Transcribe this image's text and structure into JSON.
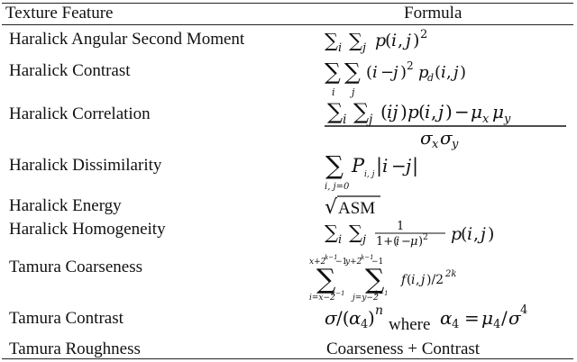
{
  "header": {
    "feature": "Texture Feature",
    "formula": "Formula"
  },
  "rows": [
    {
      "feature": "Haralick Angular Second Moment",
      "formula": "∑ᵢ ∑ⱼ p(i, j)²"
    },
    {
      "feature": "Haralick Contrast",
      "formula": "∑ᵢ ∑ⱼ (i − j)² p_d(i, j)"
    },
    {
      "feature": "Haralick Correlation",
      "formula": "(∑ᵢ ∑ⱼ (ij)p(i, j) − μₓμᵧ) / σₓσᵧ"
    },
    {
      "feature": "Haralick Dissimilarity",
      "formula": "∑_{i,j=0} P_{i,j} |i − j|"
    },
    {
      "feature": "Haralick Energy",
      "formula": "√ASM"
    },
    {
      "feature": "Haralick Homogeneity",
      "formula": "∑ᵢ ∑ⱼ 1/(1+(i−μ)²) p(i, j)"
    },
    {
      "feature": "Tamura Coarseness",
      "formula": "∑_{i=x−2^(k−1)}^{x+2^(k−1)−1} ∑_{j=y−2^(k−1)}^{y+2^(k−1)−1} f(i, j)/2^(2k)"
    },
    {
      "feature": "Tamura Contrast",
      "formula": "σ/(α₄)ⁿ where α₄ = μ₄/σ⁴"
    },
    {
      "feature": "Tamura Roughness",
      "formula": "Coarseness + Contrast"
    }
  ]
}
